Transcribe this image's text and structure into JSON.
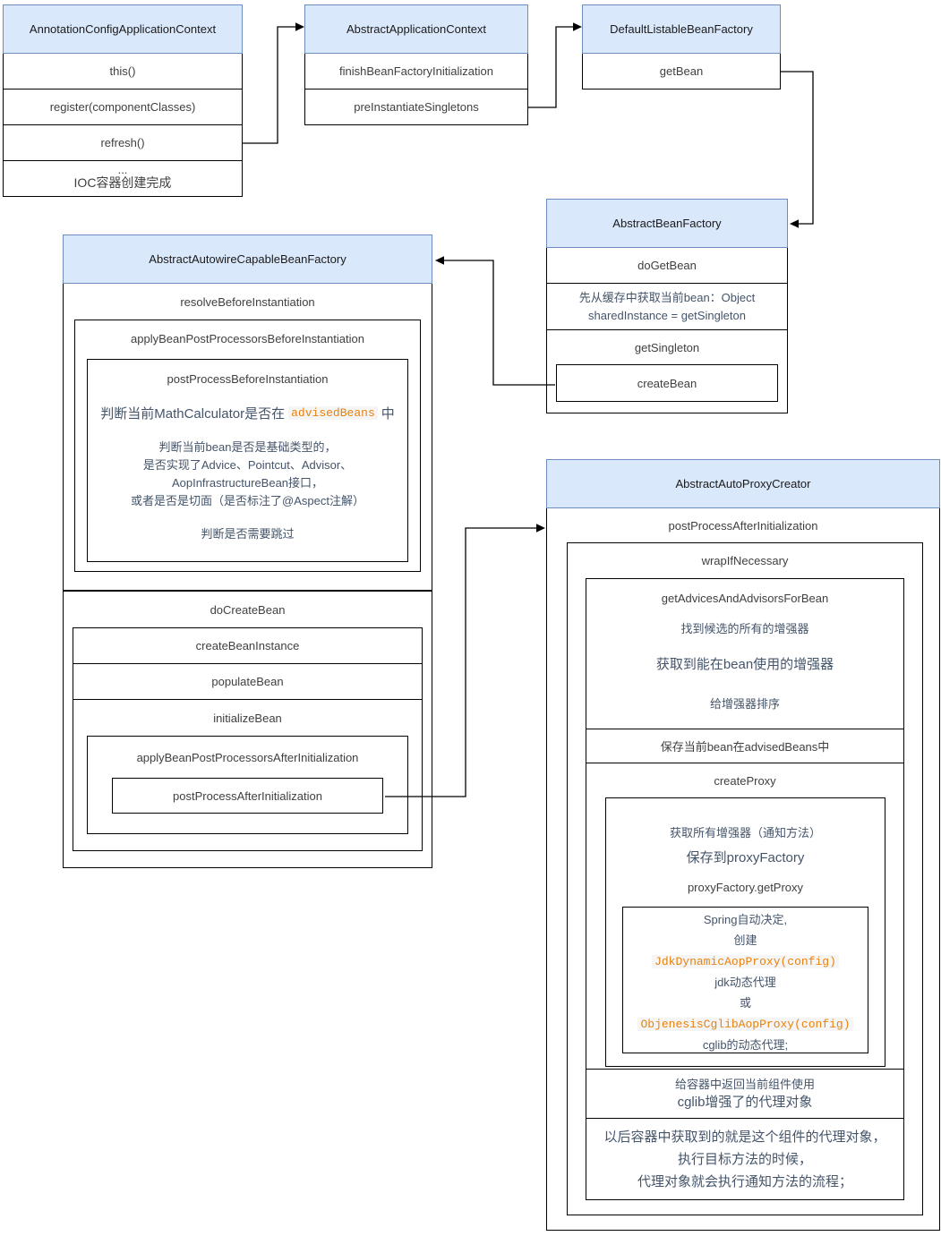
{
  "colors": {
    "header_fill": "#DAE8FC",
    "header_stroke": "#6C8EBF",
    "text_dark": "#3F3F3F",
    "text_slate": "#44546A",
    "code_orange": "#E8820E",
    "code_background": "#F5F5F5",
    "connector": "#000000"
  },
  "nodes": {
    "b1": {
      "title": "AnnotationConfigApplicationContext",
      "rows": [
        "this()",
        "register(componentClasses)",
        "refresh()"
      ],
      "last_dots": "...",
      "last_label": "IOC容器创建完成"
    },
    "b2": {
      "title": "AbstractApplicationContext",
      "rows": [
        "finishBeanFactoryInitialization",
        "preInstantiateSingletons"
      ]
    },
    "b3": {
      "title": "DefaultListableBeanFactory",
      "rows": [
        "getBean"
      ]
    },
    "b4": {
      "title": "AbstractBeanFactory",
      "do_get_bean": "doGetBean",
      "cache_line1": "先从缓存中获取当前bean：Object",
      "cache_line2": "sharedInstance = getSingleton",
      "get_singleton": "getSingleton",
      "create_bean": "createBean"
    },
    "b5": {
      "title": "AbstractAutowireCapableBeanFactory",
      "resolve_label": "resolveBeforeInstantiation",
      "apply_before": "applyBeanPostProcessorsBeforeInstantiation",
      "ppbi": "postProcessBeforeInstantiation",
      "judge_pre": "判断当前MathCalculator是否在",
      "judge_code": "advisedBeans",
      "judge_post": "中",
      "judge_lines": [
        "判断当前bean是否是基础类型的，",
        "是否实现了Advice、Pointcut、Advisor、",
        "AopInfrastructureBean接口，",
        "或者是否是切面（是否标注了@Aspect注解）"
      ],
      "skip_line": "判断是否需要跳过",
      "do_create": "doCreateBean",
      "create_instance": "createBeanInstance",
      "populate": "populateBean",
      "initialize": "initializeBean",
      "apply_after": "applyBeanPostProcessorsAfterInitialization",
      "ppai": "postProcessAfterInitialization"
    },
    "b6": {
      "title": "AbstractAutoProxyCreator",
      "ppai": "postProcessAfterInitialization",
      "wrap": "wrapIfNecessary",
      "get_advices": "getAdvicesAndAdvisorsForBean",
      "adv_lines": [
        "找到候选的所有的增强器",
        "获取到能在bean使用的增强器",
        "给增强器排序"
      ],
      "save_bean": "保存当前bean在advisedBeans中",
      "create_proxy": "createProxy",
      "proxy_l1": "获取所有增强器（通知方法）",
      "proxy_l2": "保存到proxyFactory",
      "proxy_l3": "proxyFactory.getProxy",
      "jdk_lines": [
        "Spring自动决定,",
        "创建",
        "JdkDynamicAopProxy(config)",
        "jdk动态代理",
        "或",
        "ObjenesisCglibAopProxy(config)",
        "cglib的动态代理;"
      ],
      "return_lines": [
        "给容器中返回当前组件使用",
        "cglib增强了的代理对象"
      ],
      "after_lines": [
        "以后容器中获取到的就是这个组件的代理对象，",
        "执行目标方法的时候，",
        "代理对象就会执行通知方法的流程；"
      ]
    }
  }
}
